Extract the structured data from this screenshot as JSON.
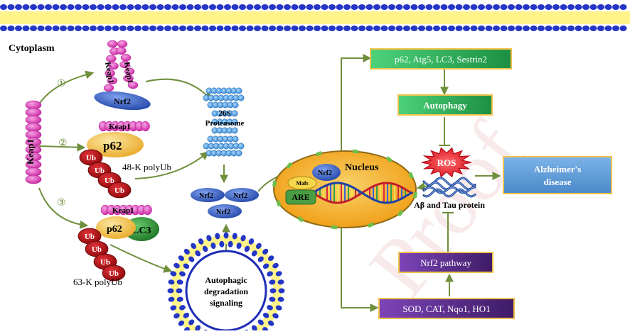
{
  "labels": {
    "cytoplasm": "Cytoplasm",
    "keap1_vertical": "Keap1",
    "keap1_short": "Keap1",
    "nrf2": "Nrf2",
    "p62": "p62",
    "lc3": "LC3",
    "ub": "Ub",
    "k48": "48-K polyUb",
    "k63": "63-K polyUb",
    "proteasome_line1": "26S",
    "proteasome_line2": "Proteasome",
    "autophagic_line1": "Autophagic",
    "autophagic_line2": "degradation",
    "autophagic_line3": "signaling",
    "nucleus": "Nucleus",
    "mafs": "Mafs",
    "are": "ARE",
    "ros": "ROS",
    "abeta": "Aβ and Tau protein",
    "alz_line1": "Alzheimer's",
    "alz_line2": "disease",
    "watermark": "Proof"
  },
  "pathway_markers": [
    "①",
    "②",
    "③"
  ],
  "boxes": {
    "autophagy_genes": "p62, Atg5, LC3, Sestrin2",
    "autophagy": "Autophagy",
    "nrf2_pathway": "Nrf2 pathway",
    "antioxidant_genes": "SOD, CAT, Nqo1, HO1"
  },
  "colors": {
    "arrow": "#6f8f3c",
    "keap1": "#e23fc4",
    "nrf2": "#3b63c9",
    "p62": "#f2bf3f",
    "ub": "#b40f14",
    "lc3": "#2e9a38",
    "green_box": "#2fae56",
    "purple_box": "#5a2c8a",
    "box_border": "#f3c24a",
    "alz_box": "#5b9bd5",
    "ros": "#ef1f2d",
    "nucleus": "#f6ad1e"
  }
}
